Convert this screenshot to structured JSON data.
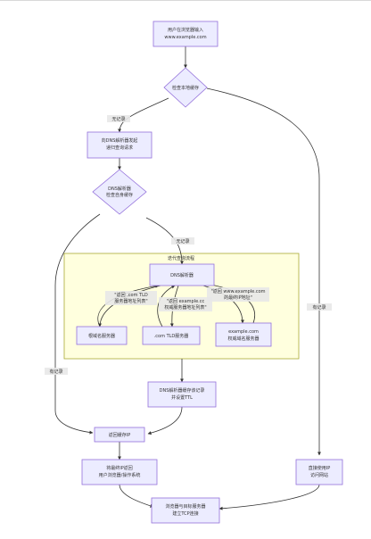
{
  "nodes": {
    "user_input": {
      "lines": [
        "用户在浏览器输入",
        "www.example.com"
      ]
    },
    "check_local": {
      "lines": [
        "检查本地缓存"
      ]
    },
    "resolver_query": {
      "lines": [
        "向DNS解析器发起",
        "递归查询请求"
      ]
    },
    "resolver_cache": {
      "lines": [
        "DNS解析器",
        "检查自身缓存"
      ]
    },
    "dns_resolver": {
      "lines": [
        "DNS解析器"
      ]
    },
    "root_server": {
      "lines": [
        "根域名服务器"
      ]
    },
    "tld_server": {
      "lines": [
        ".com TLD服务器"
      ]
    },
    "auth_server": {
      "lines": [
        "example.com",
        "权威域名服务器"
      ]
    },
    "cache_ttl": {
      "lines": [
        "DNS解析器缓存该记录",
        "并设置TTL"
      ]
    },
    "return_ip": {
      "lines": [
        "返回缓存IP"
      ]
    },
    "return_os": {
      "lines": [
        "将最终IP返回",
        "用户浏览器/操作系统"
      ]
    },
    "direct_access": {
      "lines": [
        "直接使用IP",
        "访问网站"
      ]
    },
    "tcp_connect": {
      "lines": [
        "浏览器与目标服务器",
        "建立TCP连接"
      ]
    }
  },
  "cluster": {
    "label": "迭代查询流程"
  },
  "edge_labels": {
    "no_record_1": "无记录",
    "no_record_2": "无记录",
    "has_record_left": "有记录",
    "has_record_right": "有记录",
    "root_reply": [
      "\"返回 .com TLD",
      "服务器地址列表\""
    ],
    "tld_reply": [
      "\"返回 example.cc",
      "权威服务器地址列表\""
    ],
    "auth_reply": [
      "\"返回 www.example.com",
      "的最终IP地址\""
    ]
  }
}
